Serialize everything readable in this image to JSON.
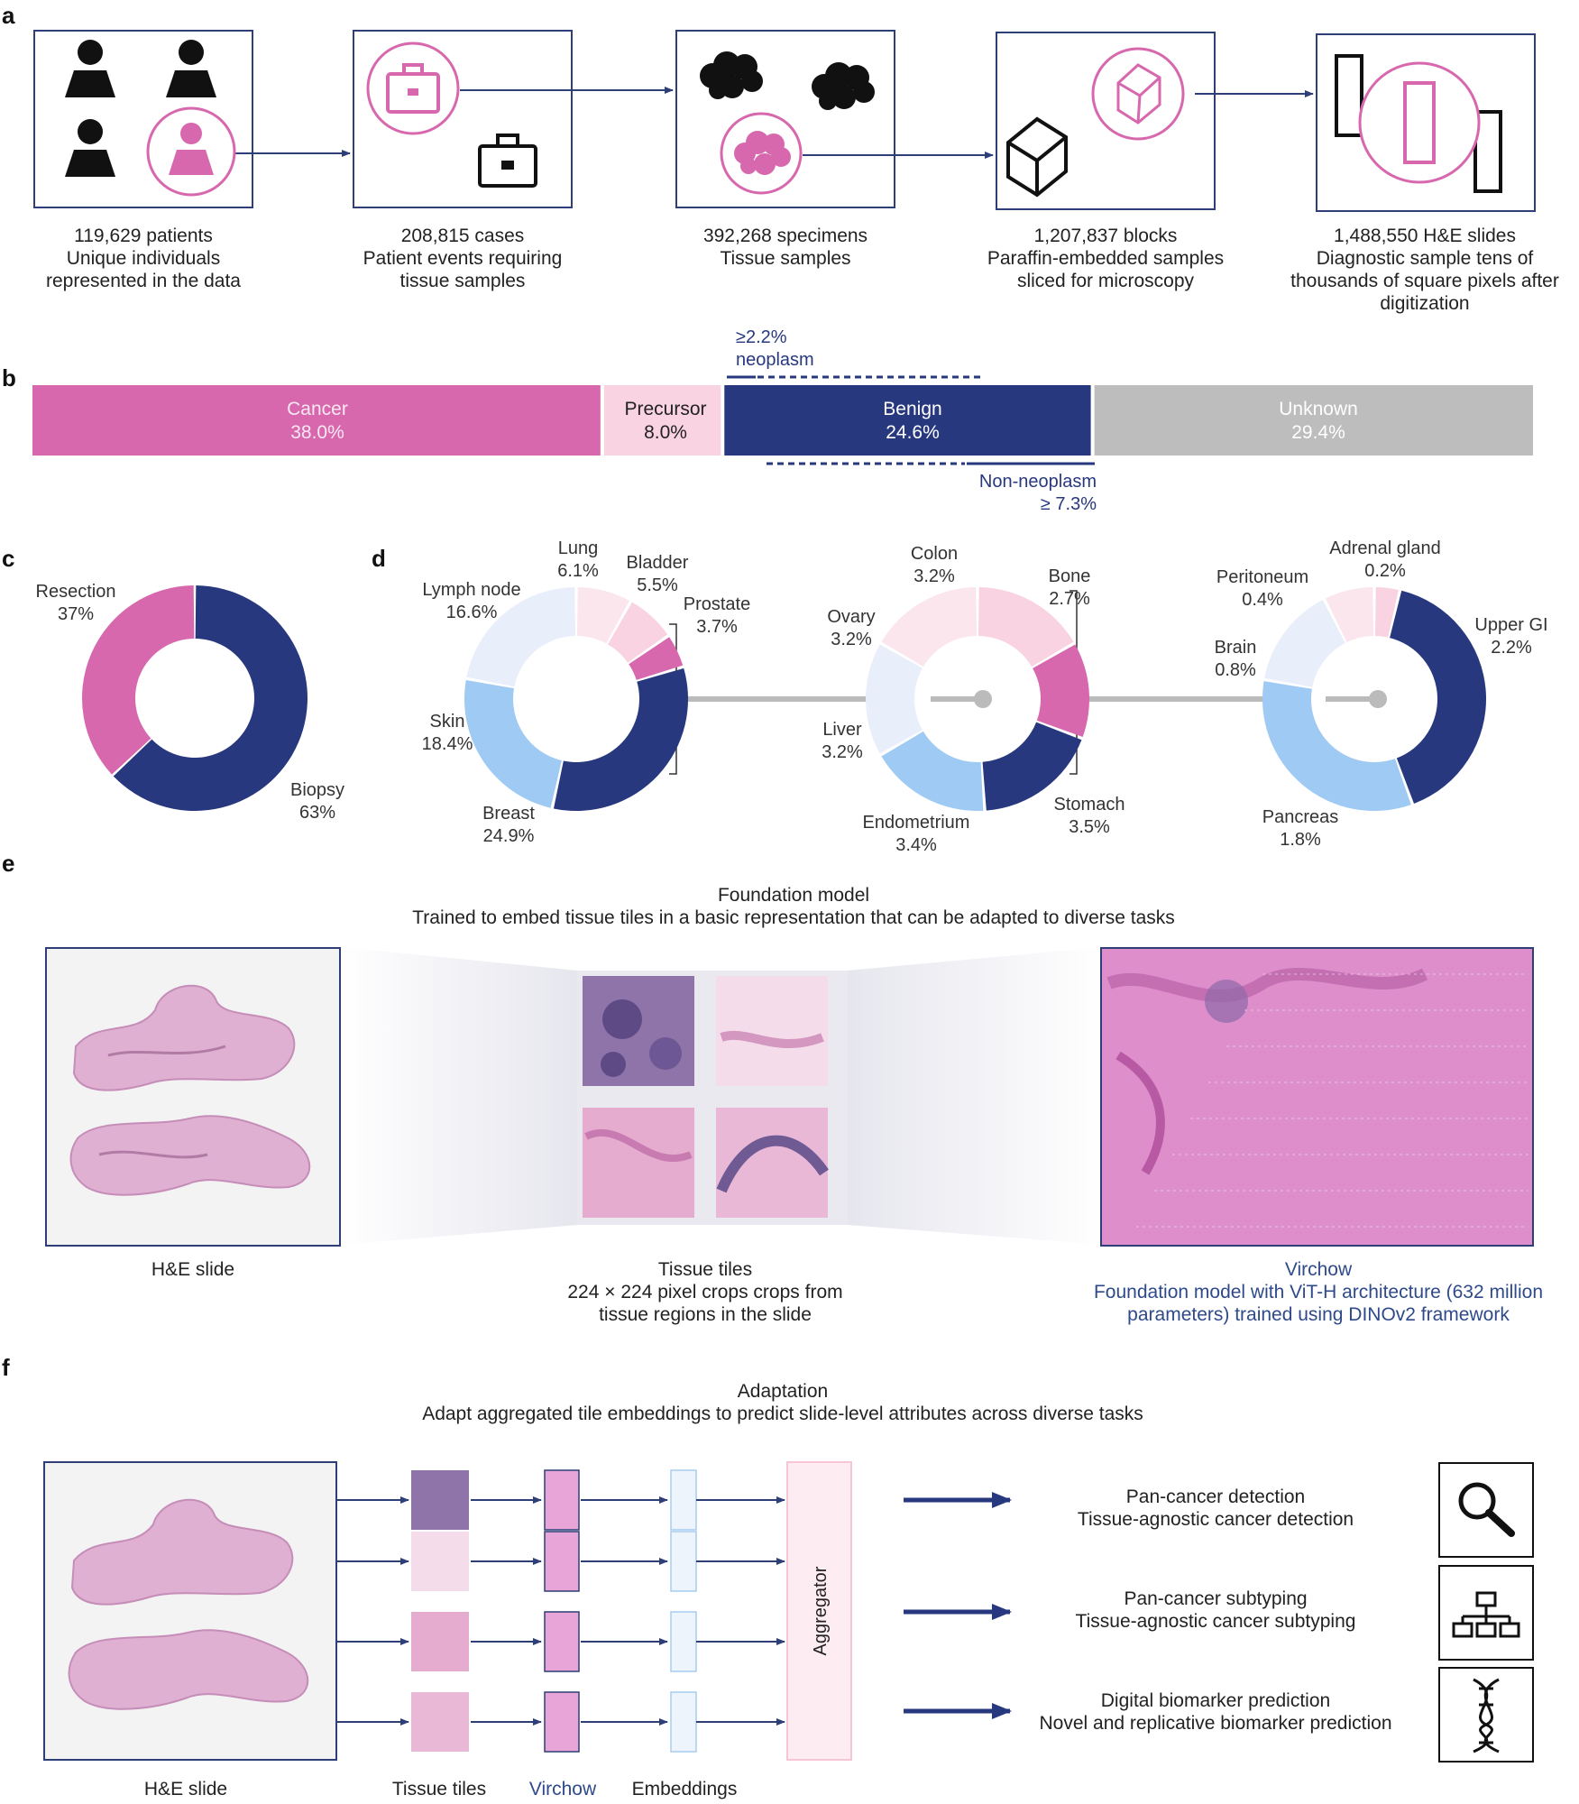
{
  "colors": {
    "pink": "#d768ad",
    "light_pink": "#f9d3e2",
    "pale_pink": "#fbe6ee",
    "navy": "#27387f",
    "light_blue": "#9fcaf4",
    "pale_blue": "#e9eefb",
    "grey": "#bdbdbd",
    "line": "#2e3f78",
    "tissue": "#d9a2cb"
  },
  "panel_letters": {
    "a": "a",
    "b": "b",
    "c": "c",
    "d": "d",
    "e": "e",
    "f": "f"
  },
  "panel_a": {
    "steps": [
      {
        "icon": "patients-icon",
        "lines": [
          "119,629 patients",
          "Unique individuals",
          "represented in the data"
        ]
      },
      {
        "icon": "case-icon",
        "lines": [
          "208,815 cases",
          "Patient events requiring",
          "tissue samples"
        ]
      },
      {
        "icon": "specimen-icon",
        "lines": [
          "392,268 specimens",
          "Tissue samples"
        ]
      },
      {
        "icon": "block-icon",
        "lines": [
          "1,207,837 blocks",
          "Paraffin-embedded samples",
          "sliced for microscopy"
        ]
      },
      {
        "icon": "slide-icon",
        "lines": [
          "1,488,550 H&E slides",
          "Diagnostic sample tens of",
          "thousands of square pixels after",
          "digitization"
        ]
      }
    ]
  },
  "panel_b": {
    "segments": [
      {
        "name": "Cancer",
        "value": 38.0,
        "label": "38.0%"
      },
      {
        "name": "Precursor",
        "value": 8.0,
        "label": "8.0%"
      },
      {
        "name": "Benign",
        "value": 24.6,
        "label": "24.6%"
      },
      {
        "name": "Unknown",
        "value": 29.4,
        "label": "29.4%"
      }
    ],
    "neoplasm_top": "≥2.2%",
    "neoplasm_bottom": "neoplasm",
    "non_neoplasm_top": "Non-neoplasm",
    "non_neoplasm_bottom": "≥ 7.3%"
  },
  "panel_c": {
    "slices": [
      {
        "name": "Biopsy",
        "value": 63,
        "label": "63%"
      },
      {
        "name": "Resection",
        "value": 37,
        "label": "37%"
      }
    ]
  },
  "panel_d": {
    "donut1": [
      {
        "name": "Lung",
        "value": 6.1,
        "label": "6.1%"
      },
      {
        "name": "Bladder",
        "value": 5.5,
        "label": "5.5%"
      },
      {
        "name": "Prostate",
        "value": 3.7,
        "label": "3.7%"
      },
      {
        "name": "Breast",
        "value": 24.9,
        "label": "24.9%"
      },
      {
        "name": "Skin",
        "value": 18.4,
        "label": "18.4%"
      },
      {
        "name": "Lymph node",
        "value": 16.6,
        "label": "16.6%"
      }
    ],
    "donut2": [
      {
        "name": "Colon",
        "value": 3.2,
        "label": "3.2%"
      },
      {
        "name": "Bone",
        "value": 2.7,
        "label": "2.7%"
      },
      {
        "name": "Stomach",
        "value": 3.5,
        "label": "3.5%"
      },
      {
        "name": "Endometrium",
        "value": 3.4,
        "label": "3.4%"
      },
      {
        "name": "Liver",
        "value": 3.2,
        "label": "3.2%"
      },
      {
        "name": "Ovary",
        "value": 3.2,
        "label": "3.2%"
      }
    ],
    "donut3": [
      {
        "name": "Adrenal gland",
        "value": 0.2,
        "label": "0.2%"
      },
      {
        "name": "Upper GI",
        "value": 2.2,
        "label": "2.2%"
      },
      {
        "name": "Pancreas",
        "value": 1.8,
        "label": "1.8%"
      },
      {
        "name": "Brain",
        "value": 0.8,
        "label": "0.8%"
      },
      {
        "name": "Peritoneum",
        "value": 0.4,
        "label": "0.4%"
      }
    ]
  },
  "panel_e": {
    "title": "Foundation model",
    "subtitle": "Trained to embed tissue tiles in a basic representation that can be adapted to diverse tasks",
    "slide_label": "H&E slide",
    "tiles_label_1": "Tissue tiles",
    "tiles_label_2": "224 × 224 pixel crops crops from",
    "tiles_label_3": "tissue regions in the slide",
    "virchow_label_1": "Virchow",
    "virchow_label_2": "Foundation model with ViT-H architecture (632 million",
    "virchow_label_3": "parameters) trained using DINOv2 framework"
  },
  "panel_f": {
    "title": "Adaptation",
    "subtitle": "Adapt aggregated tile embeddings to predict slide-level attributes across diverse tasks",
    "aggregator": "Aggregator",
    "bottom_labels": {
      "slide": "H&E slide",
      "tiles": "Tissue tiles",
      "virchow": "Virchow",
      "embeddings": "Embeddings"
    },
    "tasks": [
      {
        "title": "Pan-cancer detection",
        "desc": "Tissue-agnostic cancer detection",
        "icon": "magnifier-icon"
      },
      {
        "title": "Pan-cancer subtyping",
        "desc": "Tissue-agnostic cancer subtyping",
        "icon": "hierarchy-icon"
      },
      {
        "title": "Digital biomarker prediction",
        "desc": "Novel and replicative biomarker prediction",
        "icon": "dna-icon"
      }
    ]
  }
}
